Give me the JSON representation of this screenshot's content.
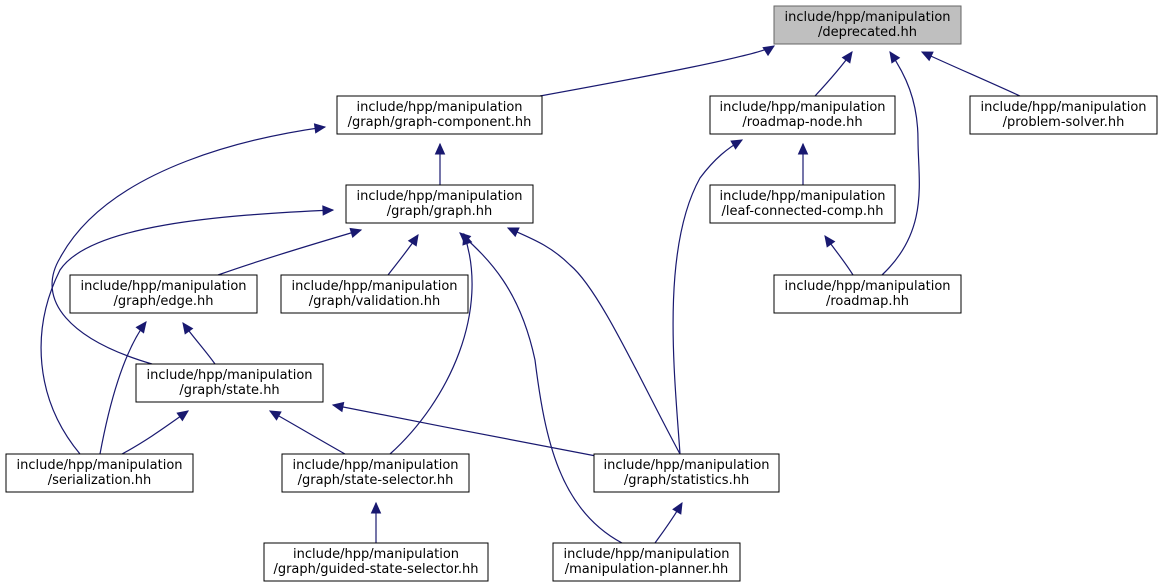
{
  "graph": {
    "nodes": [
      {
        "id": "deprecated",
        "lines": [
          "include/hpp/manipulation",
          "/deprecated.hh"
        ],
        "highlighted": true
      },
      {
        "id": "graph-component",
        "lines": [
          "include/hpp/manipulation",
          "/graph/graph-component.hh"
        ]
      },
      {
        "id": "roadmap-node",
        "lines": [
          "include/hpp/manipulation",
          "/roadmap-node.hh"
        ]
      },
      {
        "id": "problem-solver",
        "lines": [
          "include/hpp/manipulation",
          "/problem-solver.hh"
        ]
      },
      {
        "id": "graph",
        "lines": [
          "include/hpp/manipulation",
          "/graph/graph.hh"
        ]
      },
      {
        "id": "leaf-connected-comp",
        "lines": [
          "include/hpp/manipulation",
          "/leaf-connected-comp.hh"
        ]
      },
      {
        "id": "edge",
        "lines": [
          "include/hpp/manipulation",
          "/graph/edge.hh"
        ]
      },
      {
        "id": "validation",
        "lines": [
          "include/hpp/manipulation",
          "/graph/validation.hh"
        ]
      },
      {
        "id": "roadmap",
        "lines": [
          "include/hpp/manipulation",
          "/roadmap.hh"
        ]
      },
      {
        "id": "state",
        "lines": [
          "include/hpp/manipulation",
          "/graph/state.hh"
        ]
      },
      {
        "id": "serialization",
        "lines": [
          "include/hpp/manipulation",
          "/serialization.hh"
        ]
      },
      {
        "id": "state-selector",
        "lines": [
          "include/hpp/manipulation",
          "/graph/state-selector.hh"
        ]
      },
      {
        "id": "statistics",
        "lines": [
          "include/hpp/manipulation",
          "/graph/statistics.hh"
        ]
      },
      {
        "id": "guided-state-selector",
        "lines": [
          "include/hpp/manipulation",
          "/graph/guided-state-selector.hh"
        ]
      },
      {
        "id": "manipulation-planner",
        "lines": [
          "include/hpp/manipulation",
          "/manipulation-planner.hh"
        ]
      }
    ],
    "edges": [
      {
        "from": "graph-component",
        "to": "deprecated"
      },
      {
        "from": "roadmap-node",
        "to": "deprecated"
      },
      {
        "from": "roadmap",
        "to": "deprecated"
      },
      {
        "from": "problem-solver",
        "to": "deprecated"
      },
      {
        "from": "graph",
        "to": "graph-component"
      },
      {
        "from": "state",
        "to": "graph-component"
      },
      {
        "from": "leaf-connected-comp",
        "to": "roadmap-node"
      },
      {
        "from": "statistics",
        "to": "roadmap-node"
      },
      {
        "from": "roadmap",
        "to": "leaf-connected-comp"
      },
      {
        "from": "edge",
        "to": "graph"
      },
      {
        "from": "validation",
        "to": "graph"
      },
      {
        "from": "serialization",
        "to": "graph"
      },
      {
        "from": "state-selector",
        "to": "graph"
      },
      {
        "from": "statistics",
        "to": "graph"
      },
      {
        "from": "manipulation-planner",
        "to": "graph"
      },
      {
        "from": "state",
        "to": "edge"
      },
      {
        "from": "serialization",
        "to": "edge"
      },
      {
        "from": "serialization",
        "to": "state"
      },
      {
        "from": "state-selector",
        "to": "state"
      },
      {
        "from": "statistics",
        "to": "state"
      },
      {
        "from": "guided-state-selector",
        "to": "state-selector"
      },
      {
        "from": "manipulation-planner",
        "to": "statistics"
      }
    ],
    "colors": {
      "edge": "#191970",
      "root_fill": "#bfbfbf",
      "node_fill": "#ffffff"
    }
  }
}
